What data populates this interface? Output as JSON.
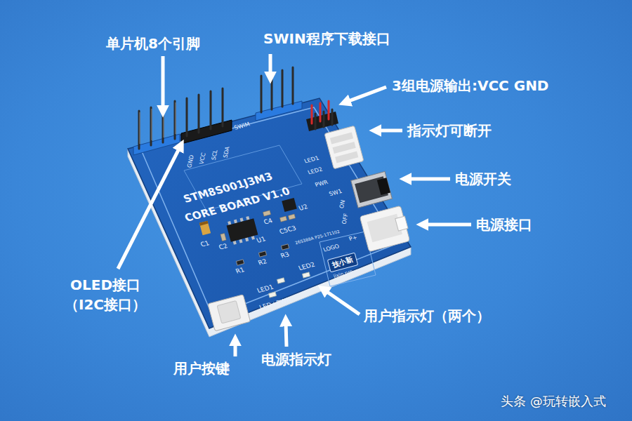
{
  "diagram": {
    "nodes": [
      {
        "text": [
          "STM8S001J3M3",
          "CORE BOARD V1.0",
          "SWIM",
          "GND",
          "VCC",
          "SCL",
          "SDA",
          "U1",
          "U2",
          "C1",
          "C2",
          "C4",
          "C5C3",
          "R1",
          "R2",
          "R3",
          "LED1",
          "LED2",
          "LED+PWR",
          "LOGO",
          "技小新",
          "jixin.pro",
          "265388A P25-171102",
          "LED1",
          "LED2",
          "PWR",
          "SW1",
          "ON",
          "OFF",
          "P+"
        ]
      }
    ],
    "labels": [
      "单片机8个引脚",
      "SWIN程序下载接口",
      "3组电源输出:VCC GND",
      "指示灯可断开",
      "电源开关",
      "电源接口",
      "OLED接口 （I2C接口）",
      "用户指示灯（两个）",
      "电源指示灯",
      "用户按键",
      "头条 @玩转嵌入式"
    ]
  }
}
